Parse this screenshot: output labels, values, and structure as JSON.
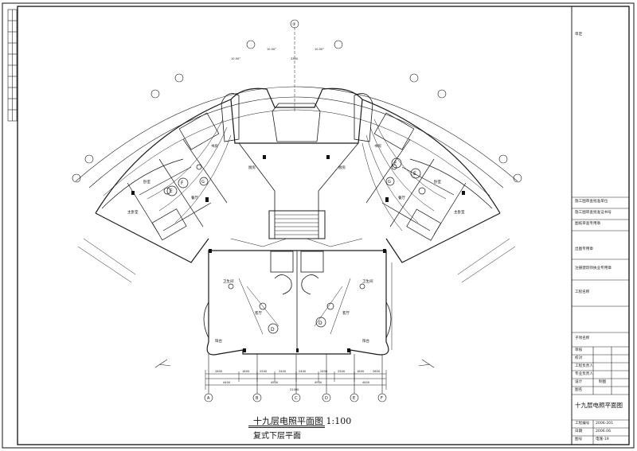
{
  "drawing": {
    "title": "十九层电照平面图  1:100",
    "subtitle": "复式下层平面",
    "colors": {
      "ink": "#1a1a1a",
      "paper": "#ffffff"
    }
  },
  "title_block": {
    "rows": [
      "审定",
      "施工图审查批准单位",
      "施工图审查批准证书号",
      "图纸审查专用章",
      "出图专用章",
      "注册建筑师执业专用章",
      "工程名称",
      "子项名称",
      "图名"
    ],
    "sign_rows": [
      "审核",
      "校对",
      "工程负责人",
      "专业负责人",
      "设计",
      "制图"
    ],
    "drawing_name": "十九层电照平面图",
    "footer_rows": [
      {
        "label": "工程编号",
        "value": "2006-201"
      },
      {
        "label": "日期",
        "value": "2006.06"
      },
      {
        "label": "图号",
        "value": "电施-19"
      }
    ]
  },
  "plan": {
    "room_labels": [
      "D",
      "D",
      "E",
      "E",
      "F",
      "F",
      "G",
      "G"
    ],
    "room_names": [
      "客厅",
      "客厅",
      "餐厅",
      "餐厅",
      "主卧室",
      "主卧室",
      "厨房",
      "厨房",
      "卫生间",
      "卫生间",
      "书房",
      "书房",
      "卧室",
      "卧室",
      "阳台",
      "阳台"
    ],
    "grid_bottom": [
      "A",
      "B",
      "C",
      "D",
      "E",
      "F"
    ],
    "grid_top": "③",
    "dims_bottom_row1": [
      "2600",
      "1800",
      "2500",
      "2400",
      "2400",
      "2400",
      "2500",
      "1800",
      "2600"
    ],
    "dims_bottom_row2": [
      "4400",
      "4900",
      "4900",
      "4400"
    ],
    "dim_total": "21000",
    "arc_dims": [
      "10.50°",
      "10.50°",
      "10.50°",
      "3300"
    ]
  }
}
